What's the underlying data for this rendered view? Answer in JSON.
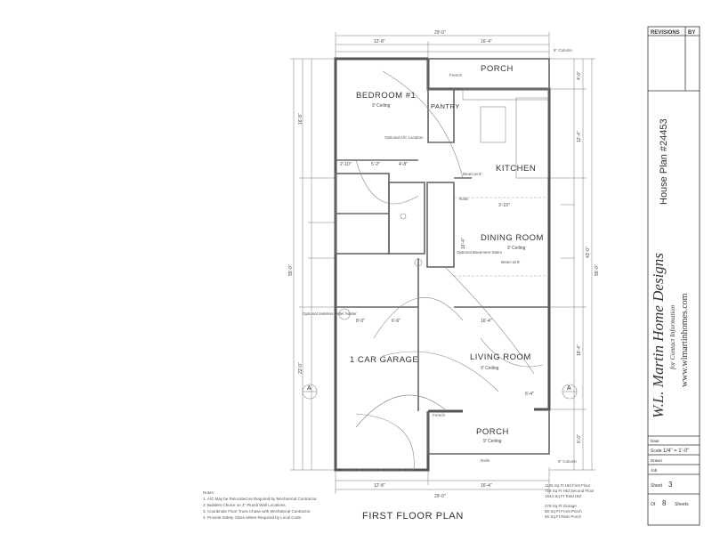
{
  "plan_title": "FIRST FLOOR PLAN",
  "rooms": {
    "porch_top": "PORCH",
    "bedroom": "BEDROOM #1",
    "pantry": "PANTRY",
    "kitchen": "KITCHEN",
    "dining": "DINING ROOM",
    "garage": "1 CAR GARAGE",
    "living": "LIVING ROOM",
    "porch_bottom": "PORCH"
  },
  "ceilings": {
    "bedroom": "9' Ceiling",
    "dining": "9' Ceiling",
    "living": "9' Ceiling",
    "porch": "9' Ceiling"
  },
  "dimensions": {
    "overall_width_top": "29'-0\"",
    "top_left": "12'-8\"",
    "top_right": "16'-4\"",
    "overall_width_bottom": "29'-0\"",
    "bottom_left": "12'-8\"",
    "bottom_right": "16'-4\"",
    "overall_depth_left": "55'-0\"",
    "overall_depth_right": "55'-0\"",
    "bedroom_depth": "16'-8\"",
    "garage_depth": "22'-0\"",
    "dining_depth": "43'-0\"",
    "living_depth": "18'-4\"",
    "porch_depth": "4'-0\"",
    "porch_bottom_depth": "6'-0\"",
    "kitchen_width": "12'-4\"",
    "dining_height": "16'-4\"",
    "living_width": "16'-4\"",
    "garage_width": "8'-0\"",
    "stair_width": "6'-6\"",
    "hall_left": "2'-10\"",
    "hall_mid": "5'-2\"",
    "hall_right": "4'-8\"",
    "kitchen_dim": "3'-10\"",
    "living_sub": "6'-4\""
  },
  "labels": {
    "column_top": "6\" Column",
    "column_bottom": "6\" Column",
    "beam_kitchen": "Beam at 8'",
    "beam_dining": "Beam at 8'",
    "optional_ac": "Optional A/C Location",
    "optional_basement": "Optional Basement Stairs",
    "optional_tankless": "Optional tankless water heater",
    "french_top": "French",
    "french_bottom": "French",
    "rails_top": "Rails",
    "rails_bottom": "Rails",
    "section_mark": "A"
  },
  "notes": {
    "heading": "Notes:",
    "items": [
      "1. A/C May be Relocated as Required by Mechanical Contractor.",
      "2. Builders Choice on 4\" Plumb Wall Locations.",
      "3. Coordinate Floor Truss Chase with Mechanical Contractor.",
      "4. Provide Safety Glass where Required by Local Code."
    ]
  },
  "areas": [
    "1126 Sq Ft Htd First Floor",
    "718 Sq Ft Htd Second Floor",
    "1844 Sq Ft Total Htd",
    "278 Sq Ft Garage",
    "58 Sq Ft Front Porch",
    "65 Sq Ft Rear Porch"
  ],
  "title_block": {
    "revisions": "REVISIONS",
    "by": "BY",
    "plan_number": "House Plan #24453",
    "company": "W.L. Martin Home Designs",
    "contact": "for Contact Information",
    "website": "www.wlmartinhomes.com",
    "date_label": "Date",
    "scale_label": "Scale",
    "scale_value": "1/4\" = 1'-0\"",
    "drawn_label": "Drawn",
    "job_label": "Job",
    "sheet_label": "Sheet",
    "sheet_value": "3",
    "of_label": "Of",
    "of_value": "8",
    "sheets_label": "Sheets"
  }
}
